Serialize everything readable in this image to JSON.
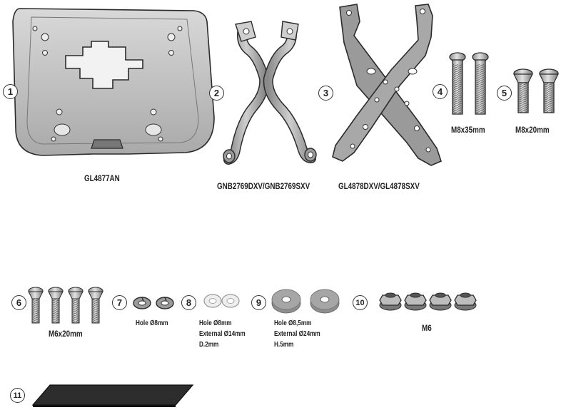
{
  "callouts": [
    "1",
    "2",
    "3",
    "4",
    "5",
    "6",
    "7",
    "8",
    "9",
    "10",
    "11"
  ],
  "labels": {
    "part1": "GL4877AN",
    "part2": "GNB2769DXV/GNB2769SXV",
    "part3": "GL4878DXV/GL4878SXV",
    "part4": "M8x35mm",
    "part5": "M8x20mm",
    "part6": "M6x20mm",
    "part7": "Hole Ø8mm",
    "part8_line1": "Hole Ø8mm",
    "part8_line2": "External Ø14mm",
    "part8_line3": "D.2mm",
    "part9_line1": "Hole Ø8,5mm",
    "part9_line2": "External Ø24mm",
    "part9_line3": "H.5mm",
    "part10": "M6"
  },
  "colors": {
    "metal": "#bdbdbd",
    "metal_dark": "#8e8e8e",
    "outline": "#2b2b2b",
    "rubber": "#9a9a9a",
    "pad": "#2d2d2d"
  }
}
